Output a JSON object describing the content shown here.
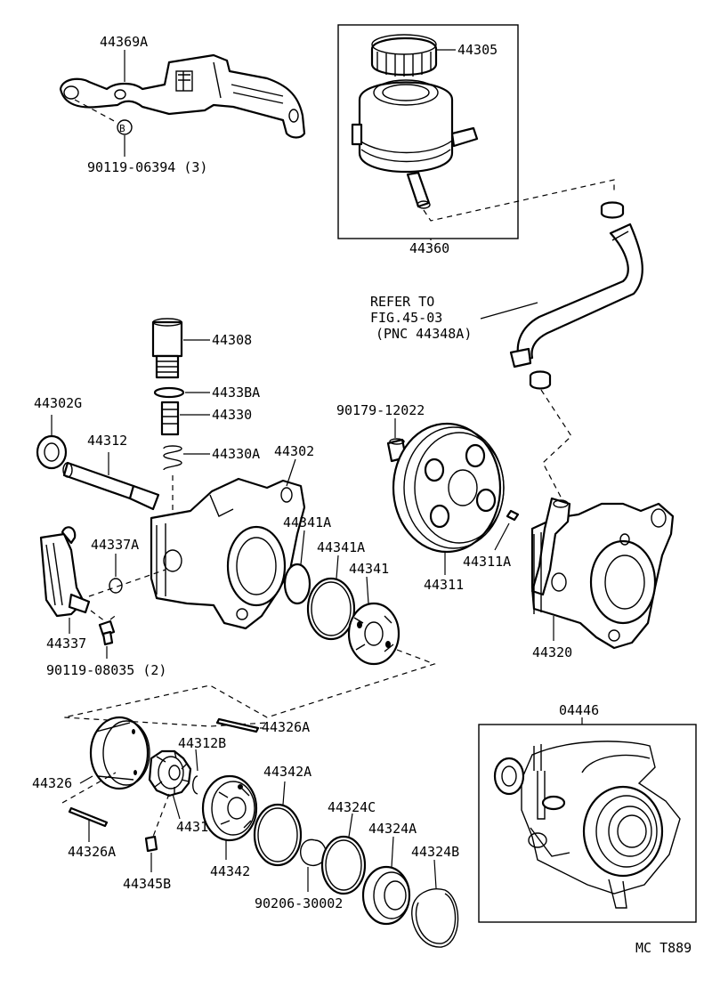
{
  "labels": {
    "bracket_44369A": "44369A",
    "bolt_90119_06394": "90119-06394 (3)",
    "mark_B": "B",
    "cap_44305": "44305",
    "reservoir_44360": "44360",
    "refer_line1": "REFER TO",
    "refer_line2": "FIG.45-03",
    "refer_line3": "(PNC 44348A)",
    "valve_44308": "44308",
    "oring_44338A": "4433BA",
    "valve_44330": "44330",
    "spring_44330A": "44330A",
    "seal_44302G": "44302G",
    "shaft_44312": "44312",
    "housing_44302": "44302",
    "nut_90179_12022": "90179-12022",
    "oring_44337A": "44337A",
    "ring_44341A_a": "44341A",
    "ring_44341A_b": "44341A",
    "plate_44341": "44341",
    "pulley_44311": "44311",
    "key_44311A": "44311A",
    "pipe_44337": "44337",
    "bolt_90119_08035": "90119-08035 (2)",
    "pump_44320": "44320",
    "kit_04446": "04446",
    "pin_44326A_top": "44326A",
    "rotor_44312B": "44312B",
    "cam_44326": "44326",
    "oring_44342A": "44342A",
    "rotor_44313": "44313",
    "oring_44324C": "44324C",
    "seal_44324A": "44324A",
    "snap_44324B": "44324B",
    "pin_44326A_bottom": "44326A",
    "vane_44345B": "44345B",
    "plate_44342": "44342",
    "snap_90206_30002": "90206-30002",
    "footer_code": "MC T889"
  }
}
